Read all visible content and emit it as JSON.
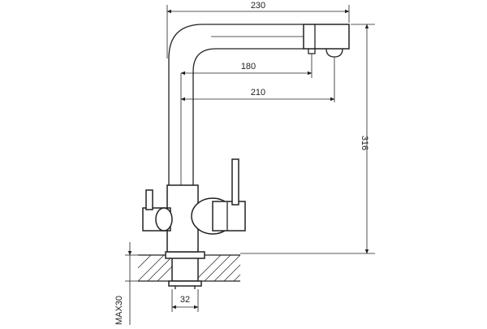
{
  "drawing": {
    "subject": "kitchen faucet technical drawing",
    "dimensions": {
      "width_top": "230",
      "spout_reach_inner": "180",
      "spout_reach_outer": "210",
      "height": "316",
      "pipe_diameter": "32",
      "mount_thickness": "MAX30"
    },
    "colors": {
      "line": "#222222",
      "background": "#ffffff"
    }
  }
}
